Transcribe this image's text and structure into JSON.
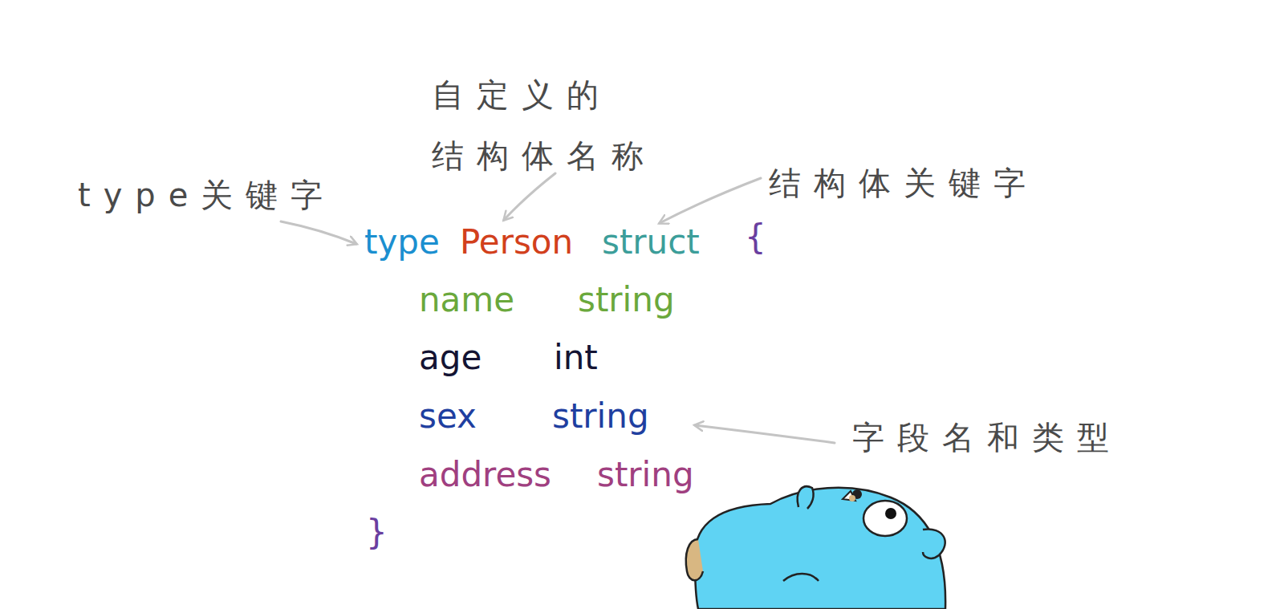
{
  "diagram": {
    "labels": [
      "自定义的 结构体名称",
      "type关键字",
      "结构体关键字",
      "字段名和类型",
      "type",
      "Person",
      "struct",
      "{",
      "name",
      "string",
      "age",
      "int",
      "sex",
      "string",
      "address",
      "string",
      "}"
    ]
  }
}
